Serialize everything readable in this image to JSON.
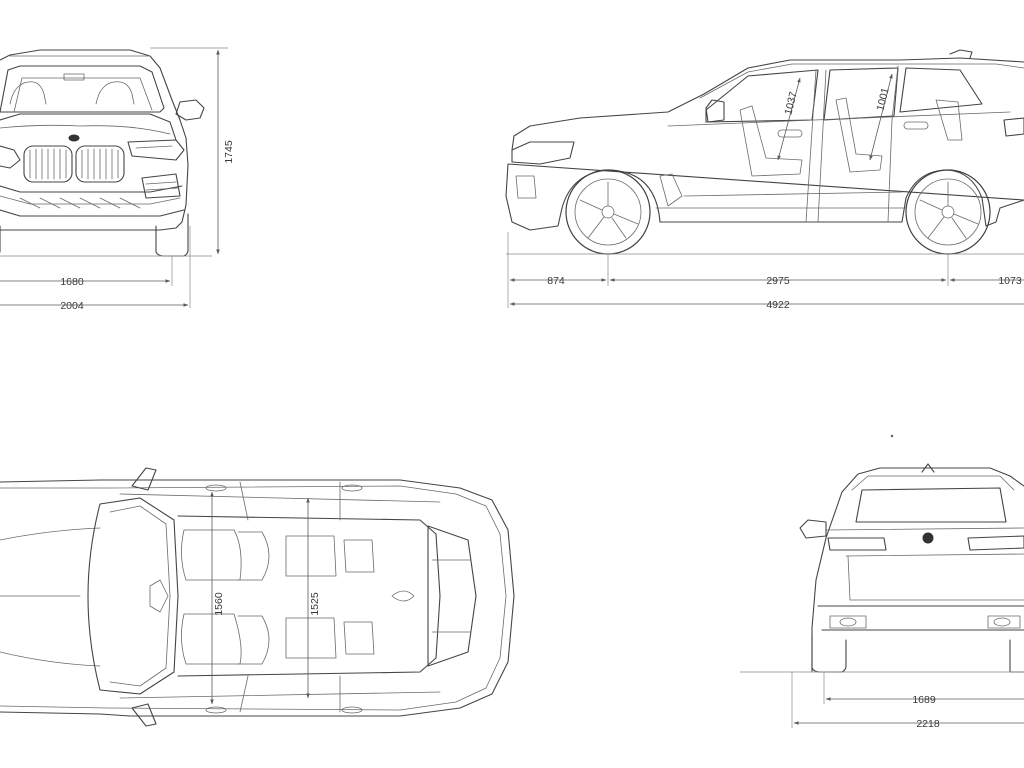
{
  "colors": {
    "background": "#ffffff",
    "line": "#454545",
    "dimension_line": "#5a5a5a",
    "text": "#3a3a3a"
  },
  "views": {
    "front": {
      "height": "1745",
      "track": "1680",
      "width_with_mirrors": "2004"
    },
    "side": {
      "headroom_front": "1037",
      "headroom_rear": "1001",
      "front_overhang": "874",
      "wheelbase": "2975",
      "rear_overhang": "1073",
      "overall_length": "4922"
    },
    "top": {
      "interior_width_front": "1560",
      "interior_width_rear": "1525"
    },
    "rear": {
      "track": "1689",
      "width_with_mirrors": "2218"
    }
  }
}
